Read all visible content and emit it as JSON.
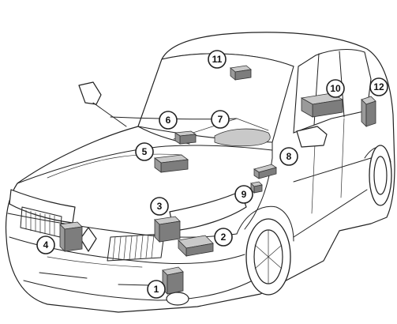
{
  "diagram": {
    "callouts": [
      {
        "label": "1"
      },
      {
        "label": "2"
      },
      {
        "label": "3"
      },
      {
        "label": "4"
      },
      {
        "label": "5"
      },
      {
        "label": "6"
      },
      {
        "label": "7"
      },
      {
        "label": "8"
      },
      {
        "label": "9"
      },
      {
        "label": "10"
      },
      {
        "label": "11"
      },
      {
        "label": "12"
      }
    ],
    "colors": {
      "line": "#222222",
      "component_light": "#c9c9c9",
      "component_dark": "#8a8a8a"
    }
  }
}
